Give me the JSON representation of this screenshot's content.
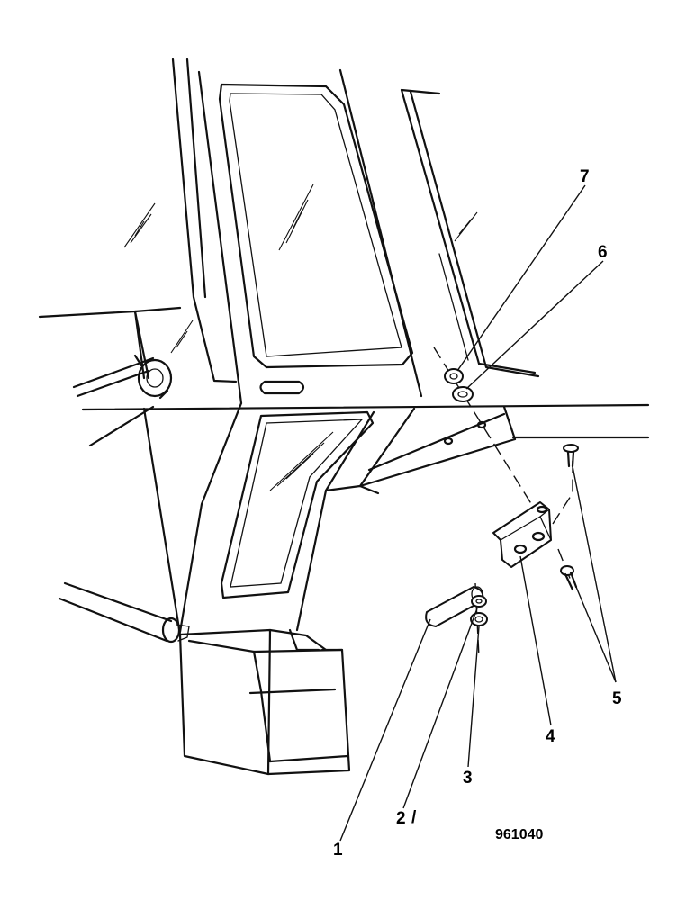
{
  "callouts": {
    "c1": "1",
    "c2": "2",
    "c3": "3",
    "c4": "4",
    "c5": "5",
    "c6": "6",
    "c7": "7"
  },
  "stray_mark": "/",
  "reference_number": "961040"
}
